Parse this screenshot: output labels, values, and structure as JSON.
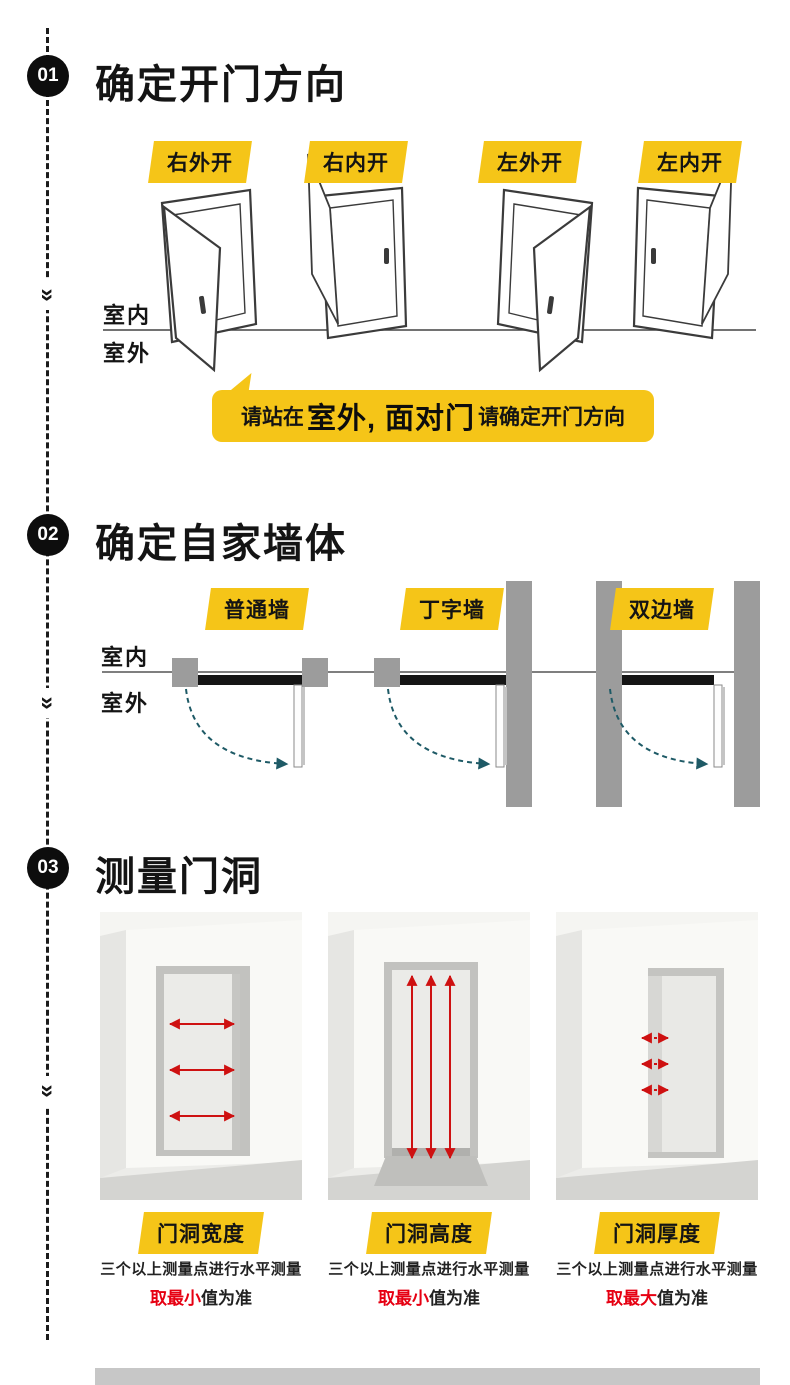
{
  "colors": {
    "tag_bg": "#F5C518",
    "red": "#E60012",
    "teal": "#1E5A66",
    "line": "#3a3a3a"
  },
  "icons": {
    "chevron_down": "»"
  },
  "s1": {
    "num": "01",
    "title": "确定开门方向",
    "tags": [
      "右外开",
      "右内开",
      "左外开",
      "左内开"
    ],
    "indoor": "室内",
    "outdoor": "室外",
    "callout_pre": "请站在",
    "callout_strong": "室外, 面对门",
    "callout_post": "请确定开门方向"
  },
  "s2": {
    "num": "02",
    "title": "确定自家墙体",
    "tags": [
      "普通墙",
      "丁字墙",
      "双边墙"
    ],
    "indoor": "室内",
    "outdoor": "室外"
  },
  "s3": {
    "num": "03",
    "title": "测量门洞",
    "panels": [
      {
        "tag": "门洞宽度",
        "line1": "三个以上测量点进行水平测量",
        "em": "取最小",
        "rest": "值为准"
      },
      {
        "tag": "门洞高度",
        "line1": "三个以上测量点进行水平测量",
        "em": "取最小",
        "rest": "值为准"
      },
      {
        "tag": "门洞厚度",
        "line1": "三个以上测量点进行水平测量",
        "em": "取最大",
        "rest": "值为准"
      }
    ]
  }
}
